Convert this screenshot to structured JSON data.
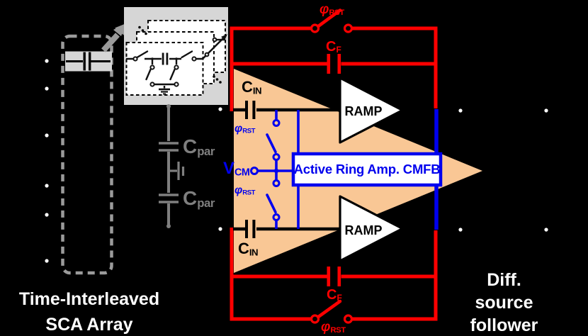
{
  "figure": {
    "left_caption": {
      "line1": "Time-Interleaved",
      "line2": "SCA Array"
    },
    "right_caption": {
      "line1": "Diff.",
      "line2": "source",
      "line3": "follower"
    },
    "amplifier": {
      "name": "RAMP"
    },
    "cmfb_box": {
      "label": "Active Ring Amp. CMFB"
    },
    "labels": {
      "phi_rst": {
        "sym": "φ",
        "sub": "RST"
      },
      "c_f": {
        "sym": "C",
        "sub": "F"
      },
      "c_in": {
        "sym": "C",
        "sub": "IN"
      },
      "c_par": {
        "sym": "C",
        "sub": "par"
      },
      "v_cm": {
        "sym": "V",
        "sub": "CM"
      }
    },
    "colors": {
      "background": "#000000",
      "feedback_red": "#FF0000",
      "cmfb_blue": "#0000EE",
      "amp_body_orange": "#F9C795",
      "parasitic_gray": "#7F7F7F",
      "inset_gray": "#D6D6D6",
      "dashed_box_gray": "#9B9B9B",
      "text_white": "#FFFFFF"
    }
  }
}
